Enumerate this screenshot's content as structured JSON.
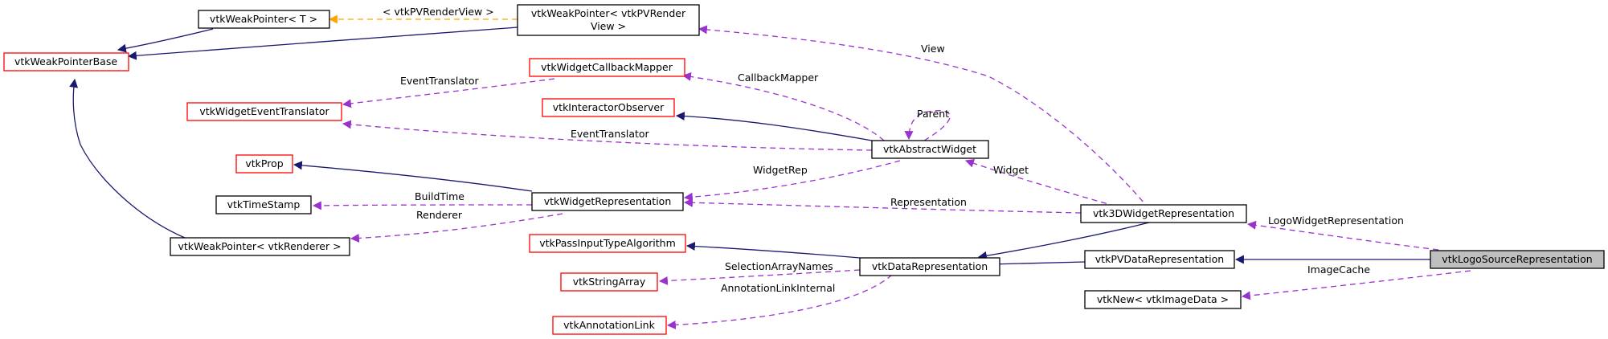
{
  "colors": {
    "inheritance": "#191970",
    "usage": "#9a32cd",
    "template": "#ffa500",
    "documented_border": "#000000",
    "undocumented_border": "#ff0000",
    "focus_fill": "#bfbfbf"
  },
  "nodes": {
    "weak_base": "vtkWeakPointerBase",
    "weak_t": "vtkWeakPointer< T >",
    "weak_view_1": "vtkWeakPointer< vtkPVRender",
    "weak_view_2": "View >",
    "cb_mapper": "vtkWidgetCallbackMapper",
    "event_translator": "vtkWidgetEventTranslator",
    "interactor_observer": "vtkInteractorObserver",
    "abstract_widget": "vtkAbstractWidget",
    "prop": "vtkProp",
    "timestamp": "vtkTimeStamp",
    "widget_rep": "vtkWidgetRepresentation",
    "weak_renderer": "vtkWeakPointer< vtkRenderer >",
    "w3d_rep": "vtk3DWidgetRepresentation",
    "pass_input": "vtkPassInputTypeAlgorithm",
    "string_array": "vtkStringArray",
    "data_rep": "vtkDataRepresentation",
    "annotation_link": "vtkAnnotationLink",
    "pv_data_rep": "vtkPVDataRepresentation",
    "new_image": "vtkNew< vtkImageData >",
    "logo_rep": "vtkLogoSourceRepresentation"
  },
  "edges": {
    "template_arg": "< vtkPVRenderView >",
    "view": "View",
    "event_translator_1": "EventTranslator",
    "callback_mapper": "CallbackMapper",
    "parent": "Parent",
    "event_translator_2": "EventTranslator",
    "widget_rep": "WidgetRep",
    "widget": "Widget",
    "build_time": "BuildTime",
    "representation": "Representation",
    "renderer": "Renderer",
    "logo_widget_rep": "LogoWidgetRepresentation",
    "selection_array_names": "SelectionArrayNames",
    "image_cache": "ImageCache",
    "annotation_link_internal": "AnnotationLinkInternal"
  }
}
